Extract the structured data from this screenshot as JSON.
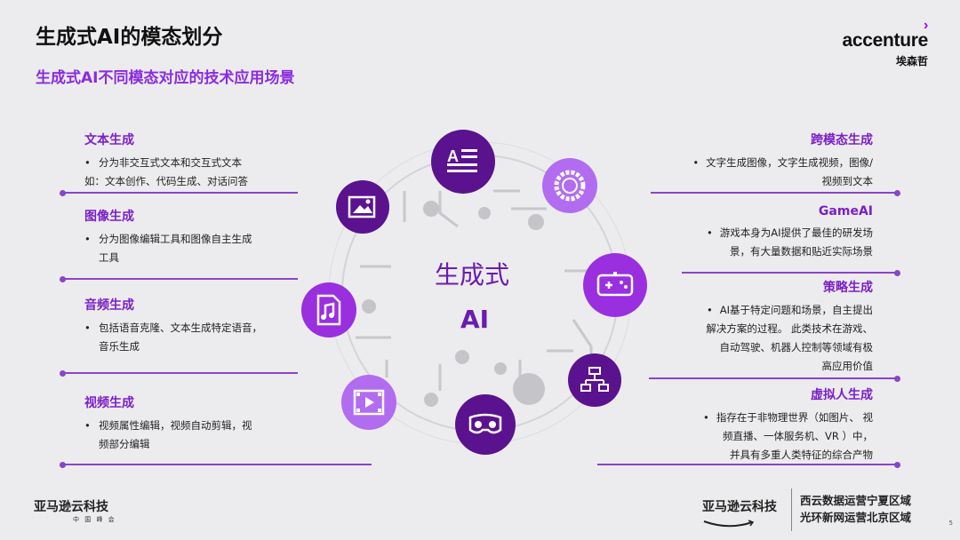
{
  "title": "生成式AI的模态划分",
  "subtitle": "生成式AI不同模态对应的技术应用场景",
  "logo": {
    "brand": "accenture",
    "cn": "埃森哲"
  },
  "center": {
    "line1": "生成式",
    "line2": "AI"
  },
  "left": [
    {
      "title": "文本生成",
      "bullets": [
        "分为非交互式文本和交互式文本",
        "如：文本创作、代码生成、对话问答"
      ]
    },
    {
      "title": "图像生成",
      "bullets": [
        "分为图像编辑工具和图像自主生成",
        "工具"
      ]
    },
    {
      "title": "音频生成",
      "bullets": [
        "包括语音克隆、文本生成特定语音，",
        "音乐生成"
      ]
    },
    {
      "title": "视频生成",
      "bullets": [
        "视频属性编辑，视频自动剪辑，视",
        "频部分编辑"
      ]
    }
  ],
  "right": [
    {
      "title": "跨模态生成",
      "bullets": [
        "文字生成图像，文字生成视频，图像/",
        "视频到文本"
      ]
    },
    {
      "title": "GameAI",
      "bullets": [
        "游戏本身为AI提供了最佳的研发场",
        "景，有大量数据和贴近实际场景"
      ]
    },
    {
      "title": "策略生成",
      "bullets": [
        "AI基于特定问题和场景，自主提出",
        "解决方案的过程。 此类技术在游戏、",
        "自动驾驶、机器人控制等领域有极",
        "高应用价值"
      ]
    },
    {
      "title": "虚拟人生成",
      "bullets": [
        "指存在于非物理世界（如图片、 视",
        "频直播、一体服务机、VR ）中，",
        "并具有多重人类特征的综合产物"
      ]
    }
  ],
  "footer": {
    "left_brand": "亚马逊云科技",
    "left_sub": "中 国 峰 会",
    "mid_brand": "亚马逊云科技",
    "right_line1": "西云数据运营宁夏区域",
    "right_line2": "光环新网运营北京区域"
  },
  "page_number": "5",
  "colors": {
    "accent": "#a100ff",
    "dark_purple": "#5b128f",
    "mid_purple": "#9a2fe0",
    "light_purple": "#b26cf0"
  },
  "icons": [
    "text-doc-icon",
    "image-icon",
    "music-file-icon",
    "video-film-icon",
    "vr-headset-icon",
    "flowchart-icon",
    "gamepad-icon",
    "ring-icon"
  ]
}
